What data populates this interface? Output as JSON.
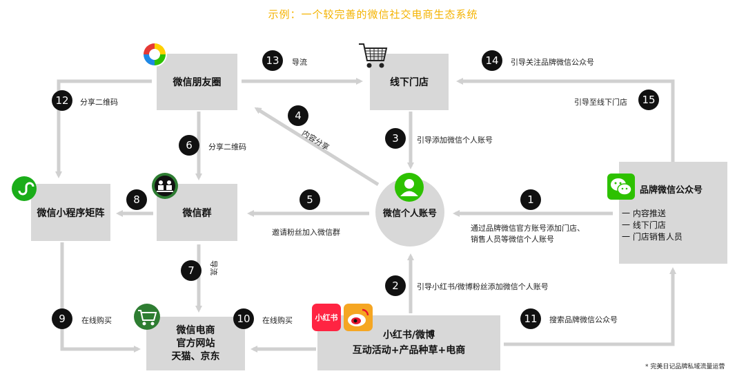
{
  "title": "示例：一个较完善的微信社交电商生态系统",
  "nodes": {
    "moments": "微信朋友圈",
    "offline_store": "线下门店",
    "miniprogram": "微信小程序矩阵",
    "group": "微信群",
    "personal": "微信个人账号",
    "brand_name": "品牌微信公众号",
    "brand_items": [
      "一 内容推送",
      "一 线下门店",
      "一 门店销售人员"
    ],
    "ecommerce": [
      "微信电商",
      "官方网站",
      "天猫、京东"
    ],
    "xhs": [
      "小红书/微博",
      "互动活动+产品种草+电商"
    ]
  },
  "steps": [
    {
      "n": "1",
      "label": "通过品牌微信官方账号添加门店、销售人员等微信个人账号"
    },
    {
      "n": "2",
      "label": "引导小红书/微博粉丝添加微信个人账号"
    },
    {
      "n": "3",
      "label": "引导添加微信个人账号"
    },
    {
      "n": "4",
      "label": "内容分享"
    },
    {
      "n": "5",
      "label": "邀请粉丝加入微信群"
    },
    {
      "n": "6",
      "label": "分享二维码"
    },
    {
      "n": "7",
      "label": "导流"
    },
    {
      "n": "8",
      "label": ""
    },
    {
      "n": "9",
      "label": "在线购买"
    },
    {
      "n": "10",
      "label": "在线购买"
    },
    {
      "n": "11",
      "label": "搜索品牌微信公众号"
    },
    {
      "n": "12",
      "label": "分享二维码"
    },
    {
      "n": "13",
      "label": "导流"
    },
    {
      "n": "14",
      "label": "引导关注品牌微信公众号"
    },
    {
      "n": "15",
      "label": "引导至线下门店"
    }
  ],
  "icons": {
    "xhs_logo_text": "小红书"
  },
  "footnote": "* 完美日记品牌私域流量运营",
  "colors": {
    "box": "#d8d8d8",
    "arrow": "#d0d0d0",
    "title": "#f4b300",
    "wechat_green": "#2dc100",
    "mini_green": "#1aad19",
    "xhs_red": "#ff2442",
    "weibo_orange": "#f5a623"
  }
}
